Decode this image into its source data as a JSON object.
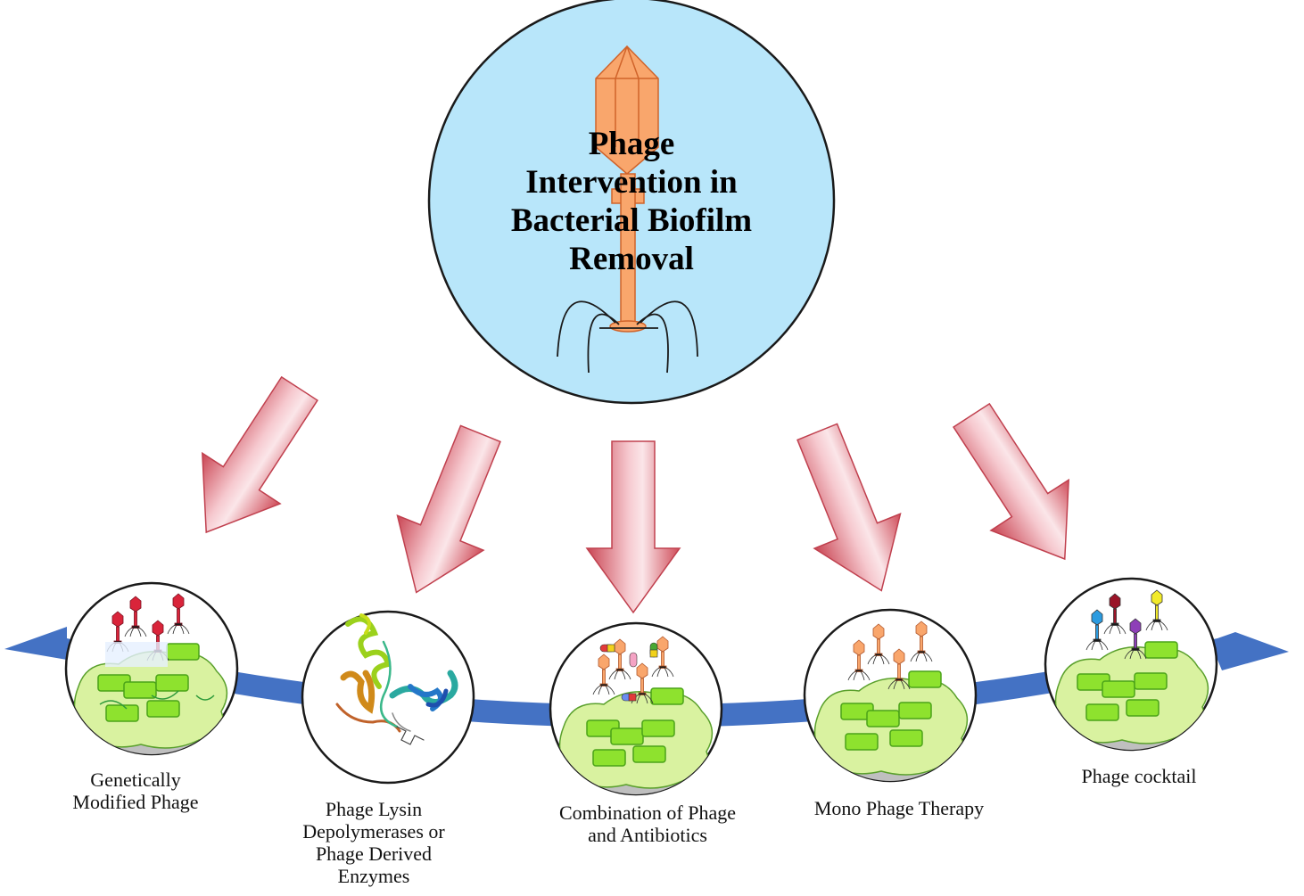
{
  "center": {
    "title_lines": [
      "Phage",
      "Intervention in",
      "Bacterial Biofilm",
      "Removal"
    ]
  },
  "approaches": [
    {
      "label": "Genetically\nModified Phage"
    },
    {
      "label": "Phage Lysin\nDepolymerases or\nPhage Derived\nEnzymes"
    },
    {
      "label": "Combination of Phage\nand Antibiotics"
    },
    {
      "label": "Mono Phage Therapy"
    },
    {
      "label": "Phage cocktail"
    }
  ],
  "colors": {
    "center_circle": "#b8e6fa",
    "phage_body": "#f9a66c",
    "phage_outline": "#d0632a",
    "arrow": "#d9505f",
    "band": "#4472c4",
    "biofilm": "#d9f2a0",
    "bacteria": "#8ee22e",
    "tray": "#bfbfbf"
  }
}
